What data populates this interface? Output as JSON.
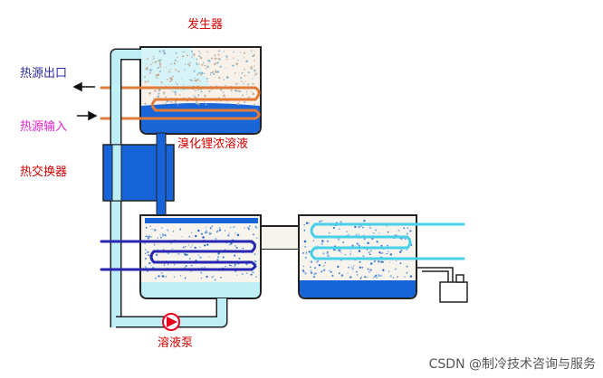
{
  "labels": {
    "generator": "发生器",
    "heat_source_outlet": "热源出口",
    "heat_source_inlet": "热源输入",
    "libr_solution": "溴化锂浓溶液",
    "heat_exchanger": "热交换器",
    "solution_pump": "溶液泵"
  },
  "watermark": "CSDN @制冷技术咨询与服务",
  "colors": {
    "red_label": "#d80000",
    "blue_label": "#2a2aa0",
    "magenta_label": "#e020d0",
    "dark_blue_fill": "#1664d8",
    "light_blue_fill": "#bfeff6",
    "cyan_pipe": "#9fe4ee",
    "hot_coil": "#e07b3a",
    "cold_coil": "#2626b0",
    "cyan_coil": "#48d0e8",
    "pump_red": "#e8001c"
  },
  "icons": [
    "arrow-left-icon",
    "arrow-right-icon",
    "pump-icon",
    "trap-icon"
  ]
}
